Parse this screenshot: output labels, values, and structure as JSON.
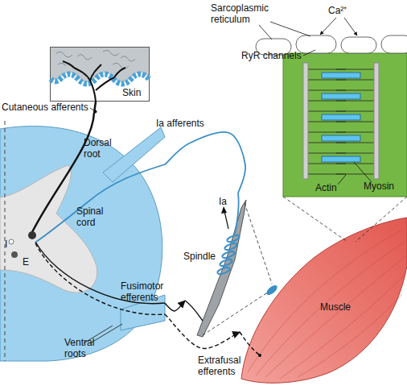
{
  "diagram": {
    "nodes": [
      {
        "text": [
          "Skin"
        ]
      },
      {
        "text": [
          "Spinal cord"
        ]
      },
      {
        "text": [
          "Spindle"
        ]
      },
      {
        "text": [
          "Muscle"
        ]
      }
    ],
    "edges": [
      {
        "from": 0,
        "to": 1,
        "arrow": "none"
      },
      {
        "from": 2,
        "to": 1,
        "arrow": "none",
        "label": "Ia afferents"
      },
      {
        "from": 1,
        "to": 2,
        "arrow": "to",
        "label": "Fusimotor efferents"
      },
      {
        "from": 1,
        "to": 3,
        "arrow": "to",
        "label": "Extrafusal efferents"
      }
    ],
    "labels": [
      "Sarcoplasmic reticulum",
      "Ca²⁺",
      "RyR channels",
      "Myosin",
      "Actin",
      "Cutaneous afferents",
      "Dorsal root",
      "I",
      "E",
      "Ia",
      "Ventral roots"
    ]
  }
}
